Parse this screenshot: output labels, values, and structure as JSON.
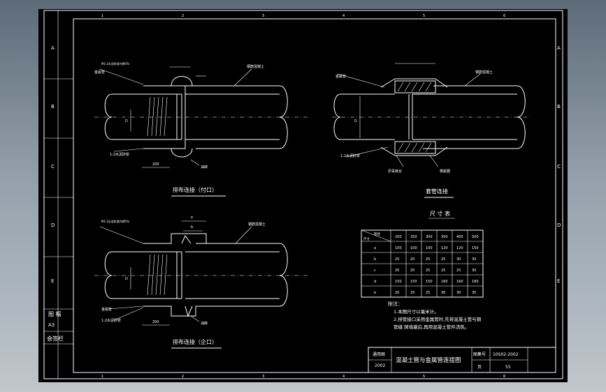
{
  "drawing": {
    "title": "混凝土管与金属管连接图",
    "figure_no_label": "图集号",
    "figure_no": "10S02-2002",
    "page_label": "页",
    "page_no": "55",
    "std_label": "通用图",
    "std_year": "2002"
  },
  "grid": {
    "columns": [
      "1",
      "2",
      "3",
      "4",
      "5",
      "6"
    ],
    "rows": [
      "A",
      "B",
      "C",
      "D",
      "E"
    ]
  },
  "side_panel": {
    "label_top": "图 幅",
    "label_size": "A3",
    "label_sign": "会签栏"
  },
  "views": [
    {
      "caption": "排布连接（付口）"
    },
    {
      "caption": "套管连接"
    },
    {
      "caption": "排布连接（企口）"
    }
  ],
  "annotations": {
    "concrete_pipe": "钢筋混凝土",
    "metal_pipe": "金属管",
    "cement_mortar": "1:2水泥砂浆",
    "asphalt": "沥青麻丝",
    "oil_hemp": "油麻",
    "rubber_ring": "橡胶圈",
    "note_small": "M1:2水泥砂浆内掺5%",
    "dim_d": "D",
    "dim_200": "200",
    "dim_e": "e",
    "dim_b": "b"
  },
  "dimension_table": {
    "title": "尺 寸 表",
    "corner_top": "管径",
    "corner_bottom": "尺寸",
    "columns": [
      "200",
      "250",
      "300",
      "350",
      "400",
      "500"
    ],
    "rows": [
      {
        "label": "a",
        "values": [
          "100",
          "100",
          "100",
          "120",
          "120",
          "150"
        ]
      },
      {
        "label": "b",
        "values": [
          "20",
          "20",
          "25",
          "25",
          "30",
          "30"
        ]
      },
      {
        "label": "c",
        "values": [
          "20",
          "20",
          "25",
          "25",
          "25",
          "30"
        ]
      },
      {
        "label": "d",
        "values": [
          "150",
          "150",
          "150",
          "160",
          "160",
          "180"
        ]
      },
      {
        "label": "e",
        "values": [
          "20",
          "25",
          "25",
          "30",
          "30",
          "35"
        ]
      }
    ]
  },
  "notes": {
    "heading": "附注：",
    "lines": [
      "1.本图尺寸以毫米计。",
      "2.排管接口采用金属管时,先将混凝土管与钢",
      "  管缝  隙填塞后,再用混凝土管件浇筑。"
    ]
  }
}
